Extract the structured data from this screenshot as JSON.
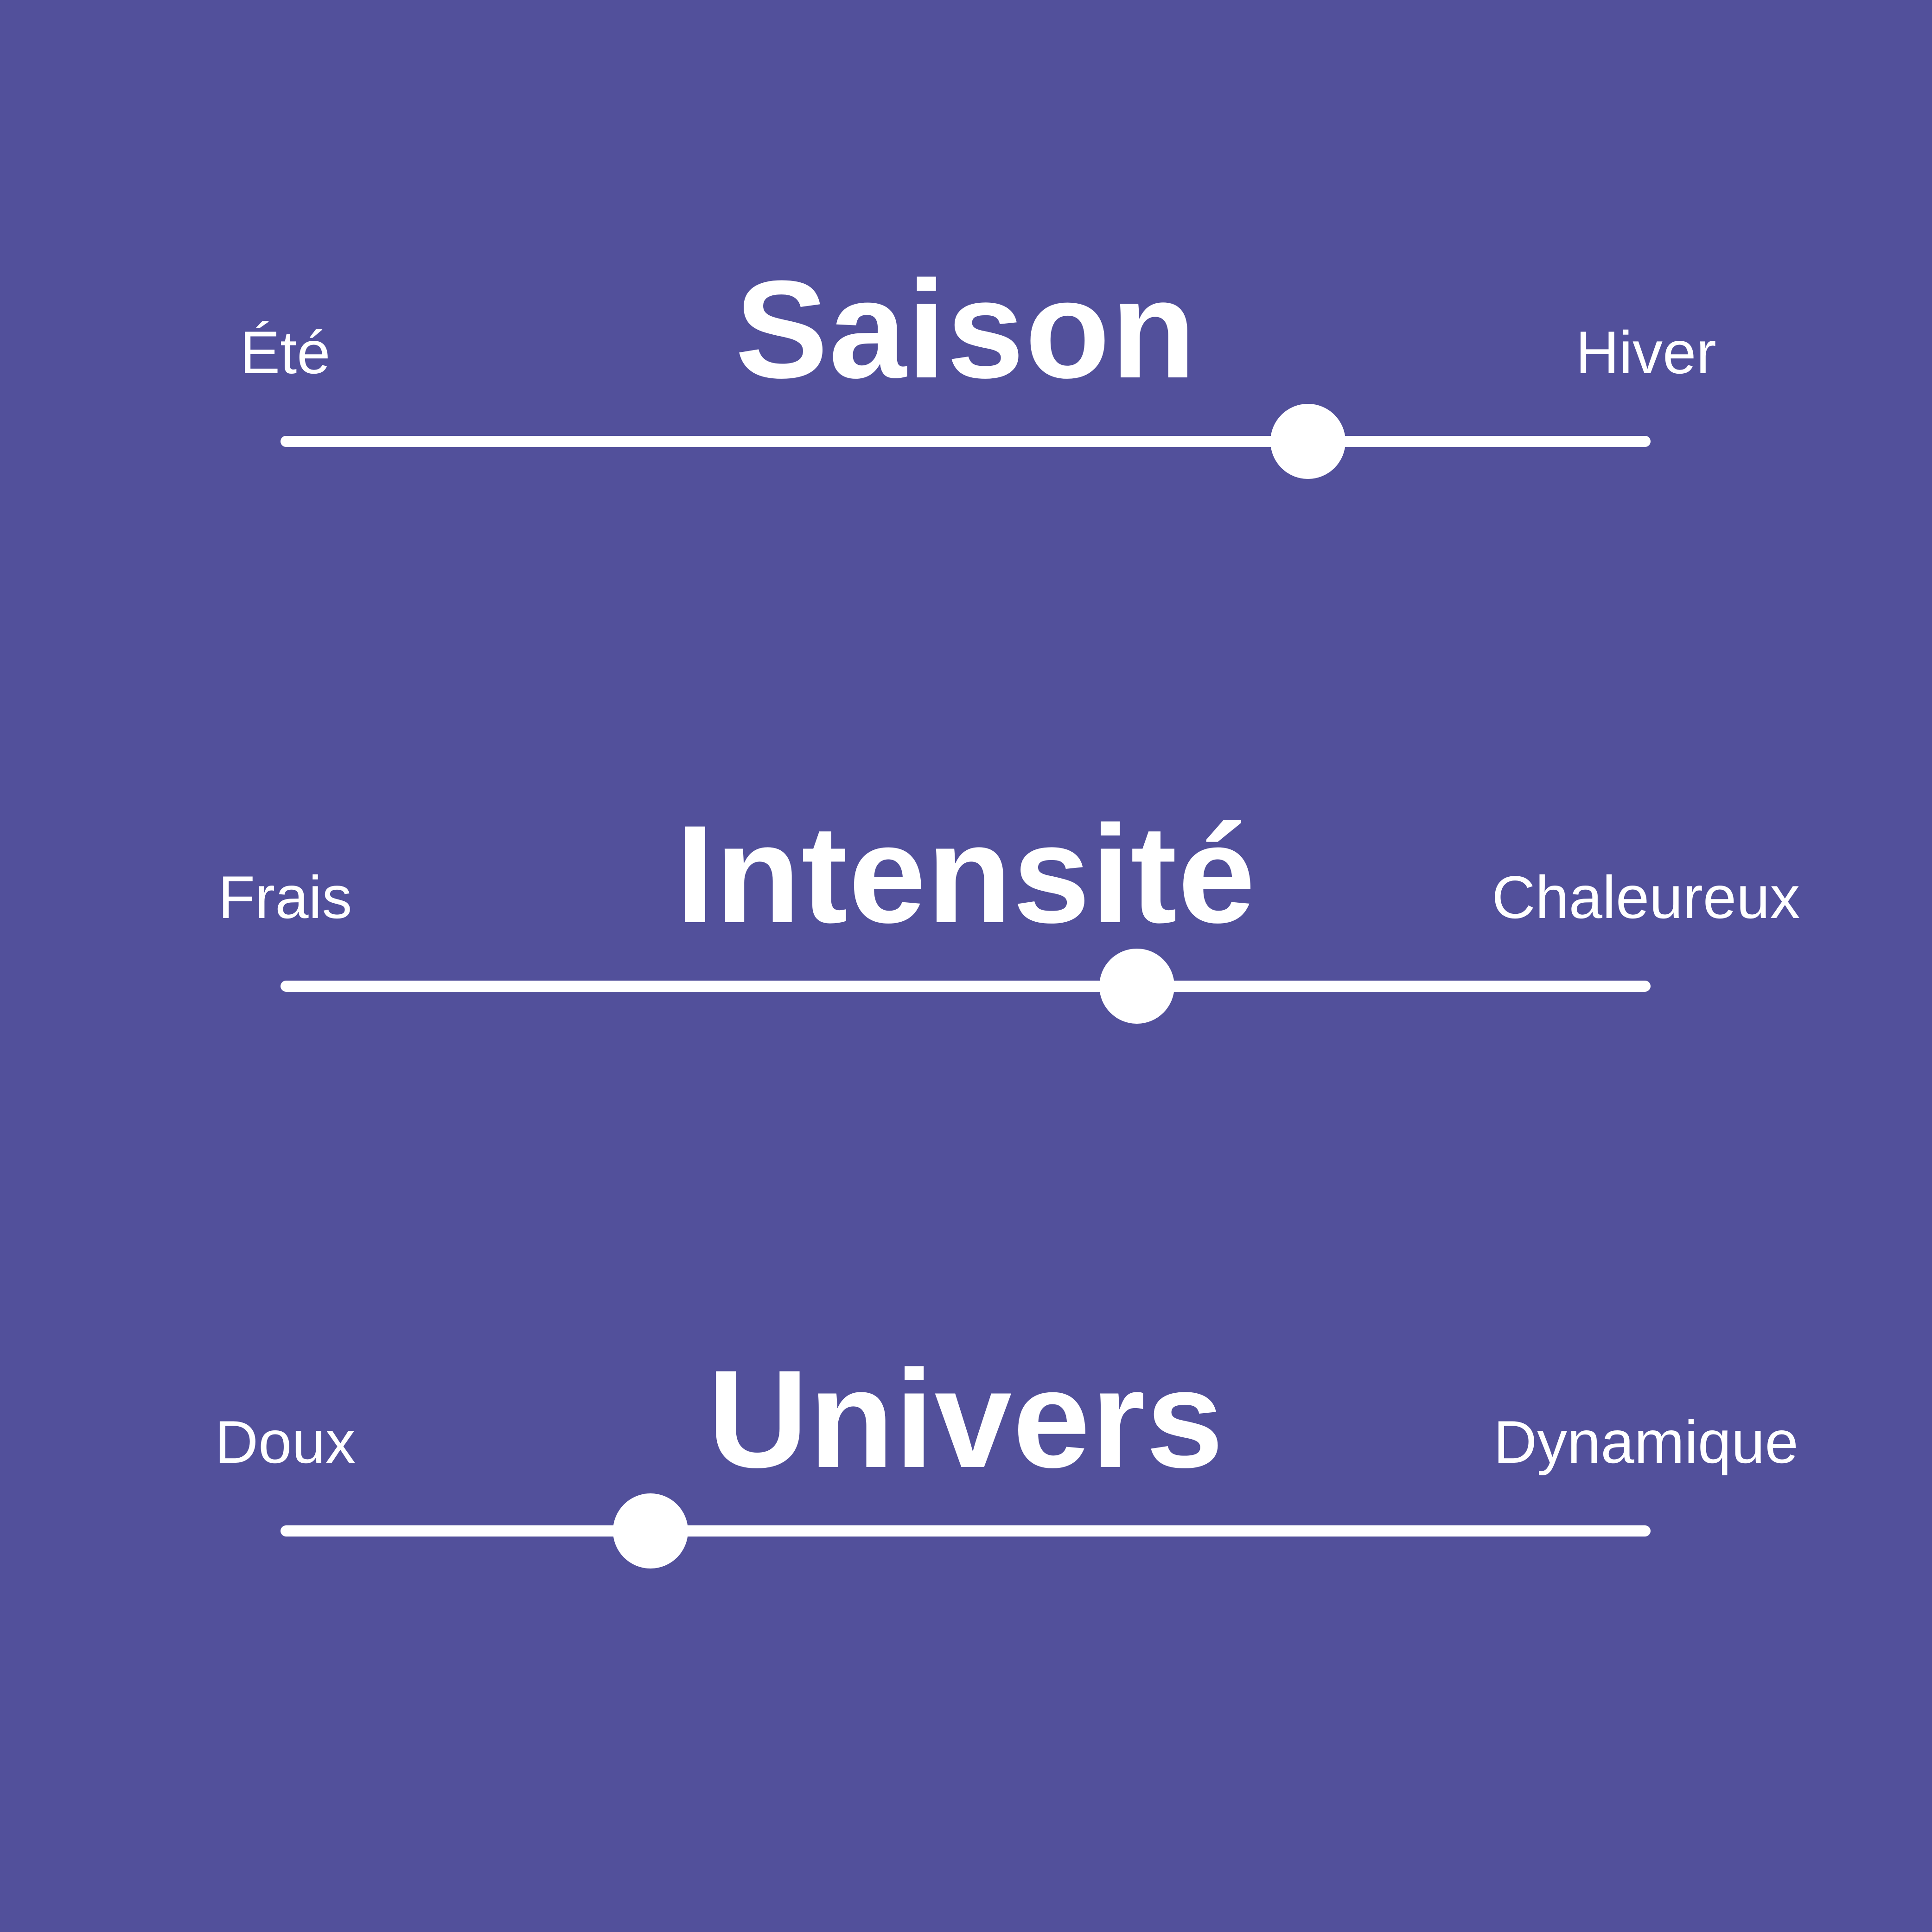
{
  "colors": {
    "background": "#52509b",
    "foreground": "#ffffff"
  },
  "sliders": [
    {
      "title": "Saison",
      "left_label": "Été",
      "right_label": "Hiver",
      "value": 0.75
    },
    {
      "title": "Intensité",
      "left_label": "Frais",
      "right_label": "Chaleureux",
      "value": 0.625
    },
    {
      "title": "Univers",
      "left_label": "Doux",
      "right_label": "Dynamique",
      "value": 0.27
    }
  ]
}
